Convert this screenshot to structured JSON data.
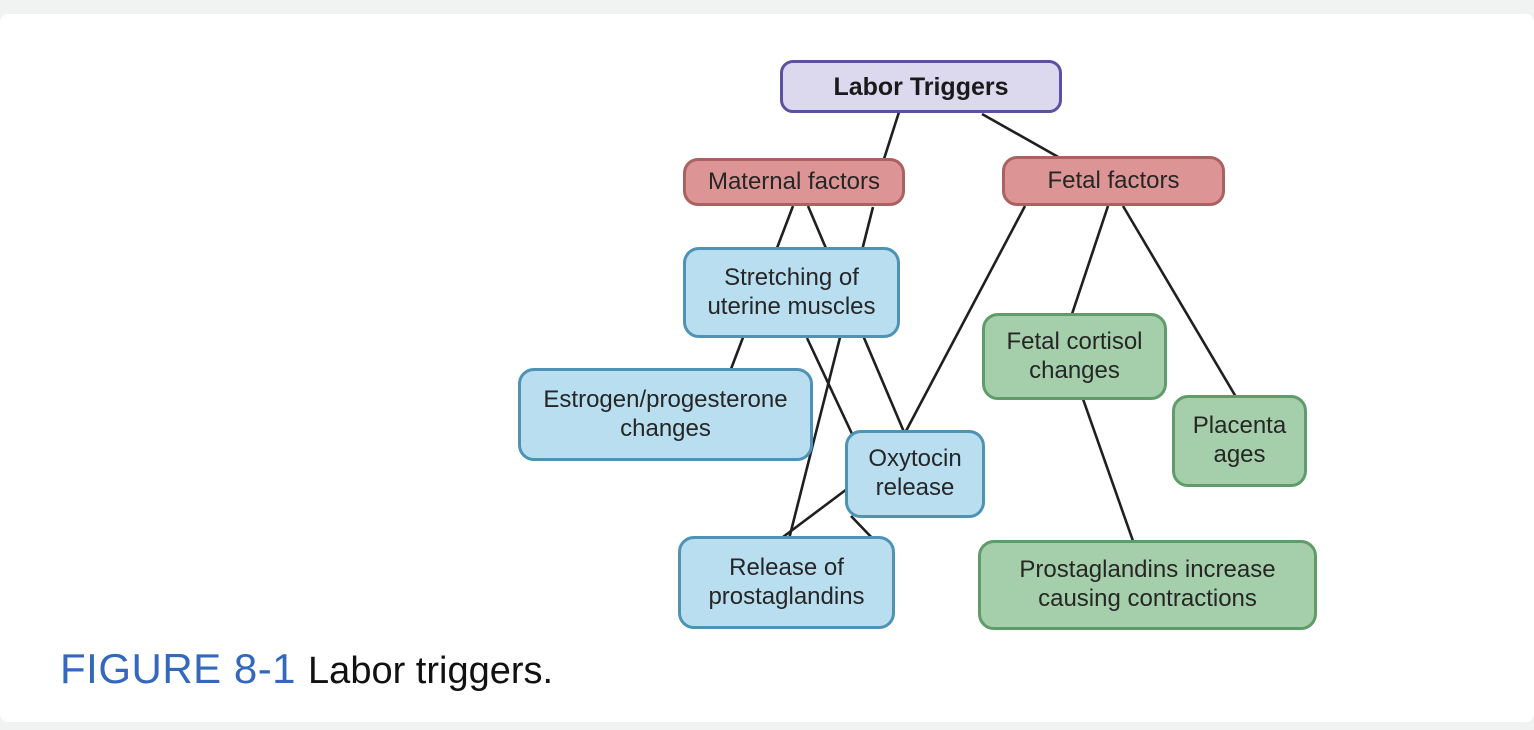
{
  "page": {
    "background_color": "#f1f2f2",
    "panel_background": "#ffffff"
  },
  "figure": {
    "caption_label": "FIGURE 8-1",
    "caption_text": "Labor triggers.",
    "caption_label_color": "#3468bd"
  },
  "diagram": {
    "nodes": [
      {
        "id": "labor-triggers",
        "label": "Labor Triggers",
        "group": "root"
      },
      {
        "id": "maternal-factors",
        "label": "Maternal factors",
        "group": "branch"
      },
      {
        "id": "fetal-factors",
        "label": "Fetal factors",
        "group": "branch"
      },
      {
        "id": "stretching-uterine-muscles",
        "label": "Stretching of uterine muscles",
        "group": "maternal"
      },
      {
        "id": "estrogen-progesterone-changes",
        "label": "Estrogen/progesterone changes",
        "group": "maternal"
      },
      {
        "id": "oxytocin-release",
        "label": "Oxytocin release",
        "group": "maternal"
      },
      {
        "id": "release-of-prostaglandins",
        "label": "Release of prostaglandins",
        "group": "maternal"
      },
      {
        "id": "fetal-cortisol-changes",
        "label": "Fetal cortisol changes",
        "group": "fetal"
      },
      {
        "id": "placenta-ages",
        "label": "Placenta ages",
        "group": "fetal"
      },
      {
        "id": "prostaglandins-increase",
        "label": "Prostaglandins increase causing contractions",
        "group": "fetal"
      }
    ],
    "edges": [
      {
        "from": "labor-triggers",
        "to": "maternal-factors"
      },
      {
        "from": "labor-triggers",
        "to": "fetal-factors"
      },
      {
        "from": "maternal-factors",
        "to": "stretching-uterine-muscles"
      },
      {
        "from": "maternal-factors",
        "to": "estrogen-progesterone-changes"
      },
      {
        "from": "maternal-factors",
        "to": "oxytocin-release"
      },
      {
        "from": "maternal-factors",
        "to": "release-of-prostaglandins"
      },
      {
        "from": "stretching-uterine-muscles",
        "to": "oxytocin-release"
      },
      {
        "from": "fetal-factors",
        "to": "oxytocin-release"
      },
      {
        "from": "fetal-factors",
        "to": "fetal-cortisol-changes"
      },
      {
        "from": "fetal-factors",
        "to": "placenta-ages"
      },
      {
        "from": "fetal-cortisol-changes",
        "to": "prostaglandins-increase"
      },
      {
        "from": "oxytocin-release",
        "to": "release-of-prostaglandins"
      }
    ],
    "colors": {
      "root_fill": "#dcd9ee",
      "root_border": "#5b51a2",
      "branch_fill": "#dc9495",
      "branch_border": "#ab6161",
      "maternal_fill": "#b8def0",
      "maternal_border": "#4e93b4",
      "fetal_fill": "#a5cfaa",
      "fetal_border": "#5f9c6a",
      "line_color": "#1f1f1f"
    }
  }
}
